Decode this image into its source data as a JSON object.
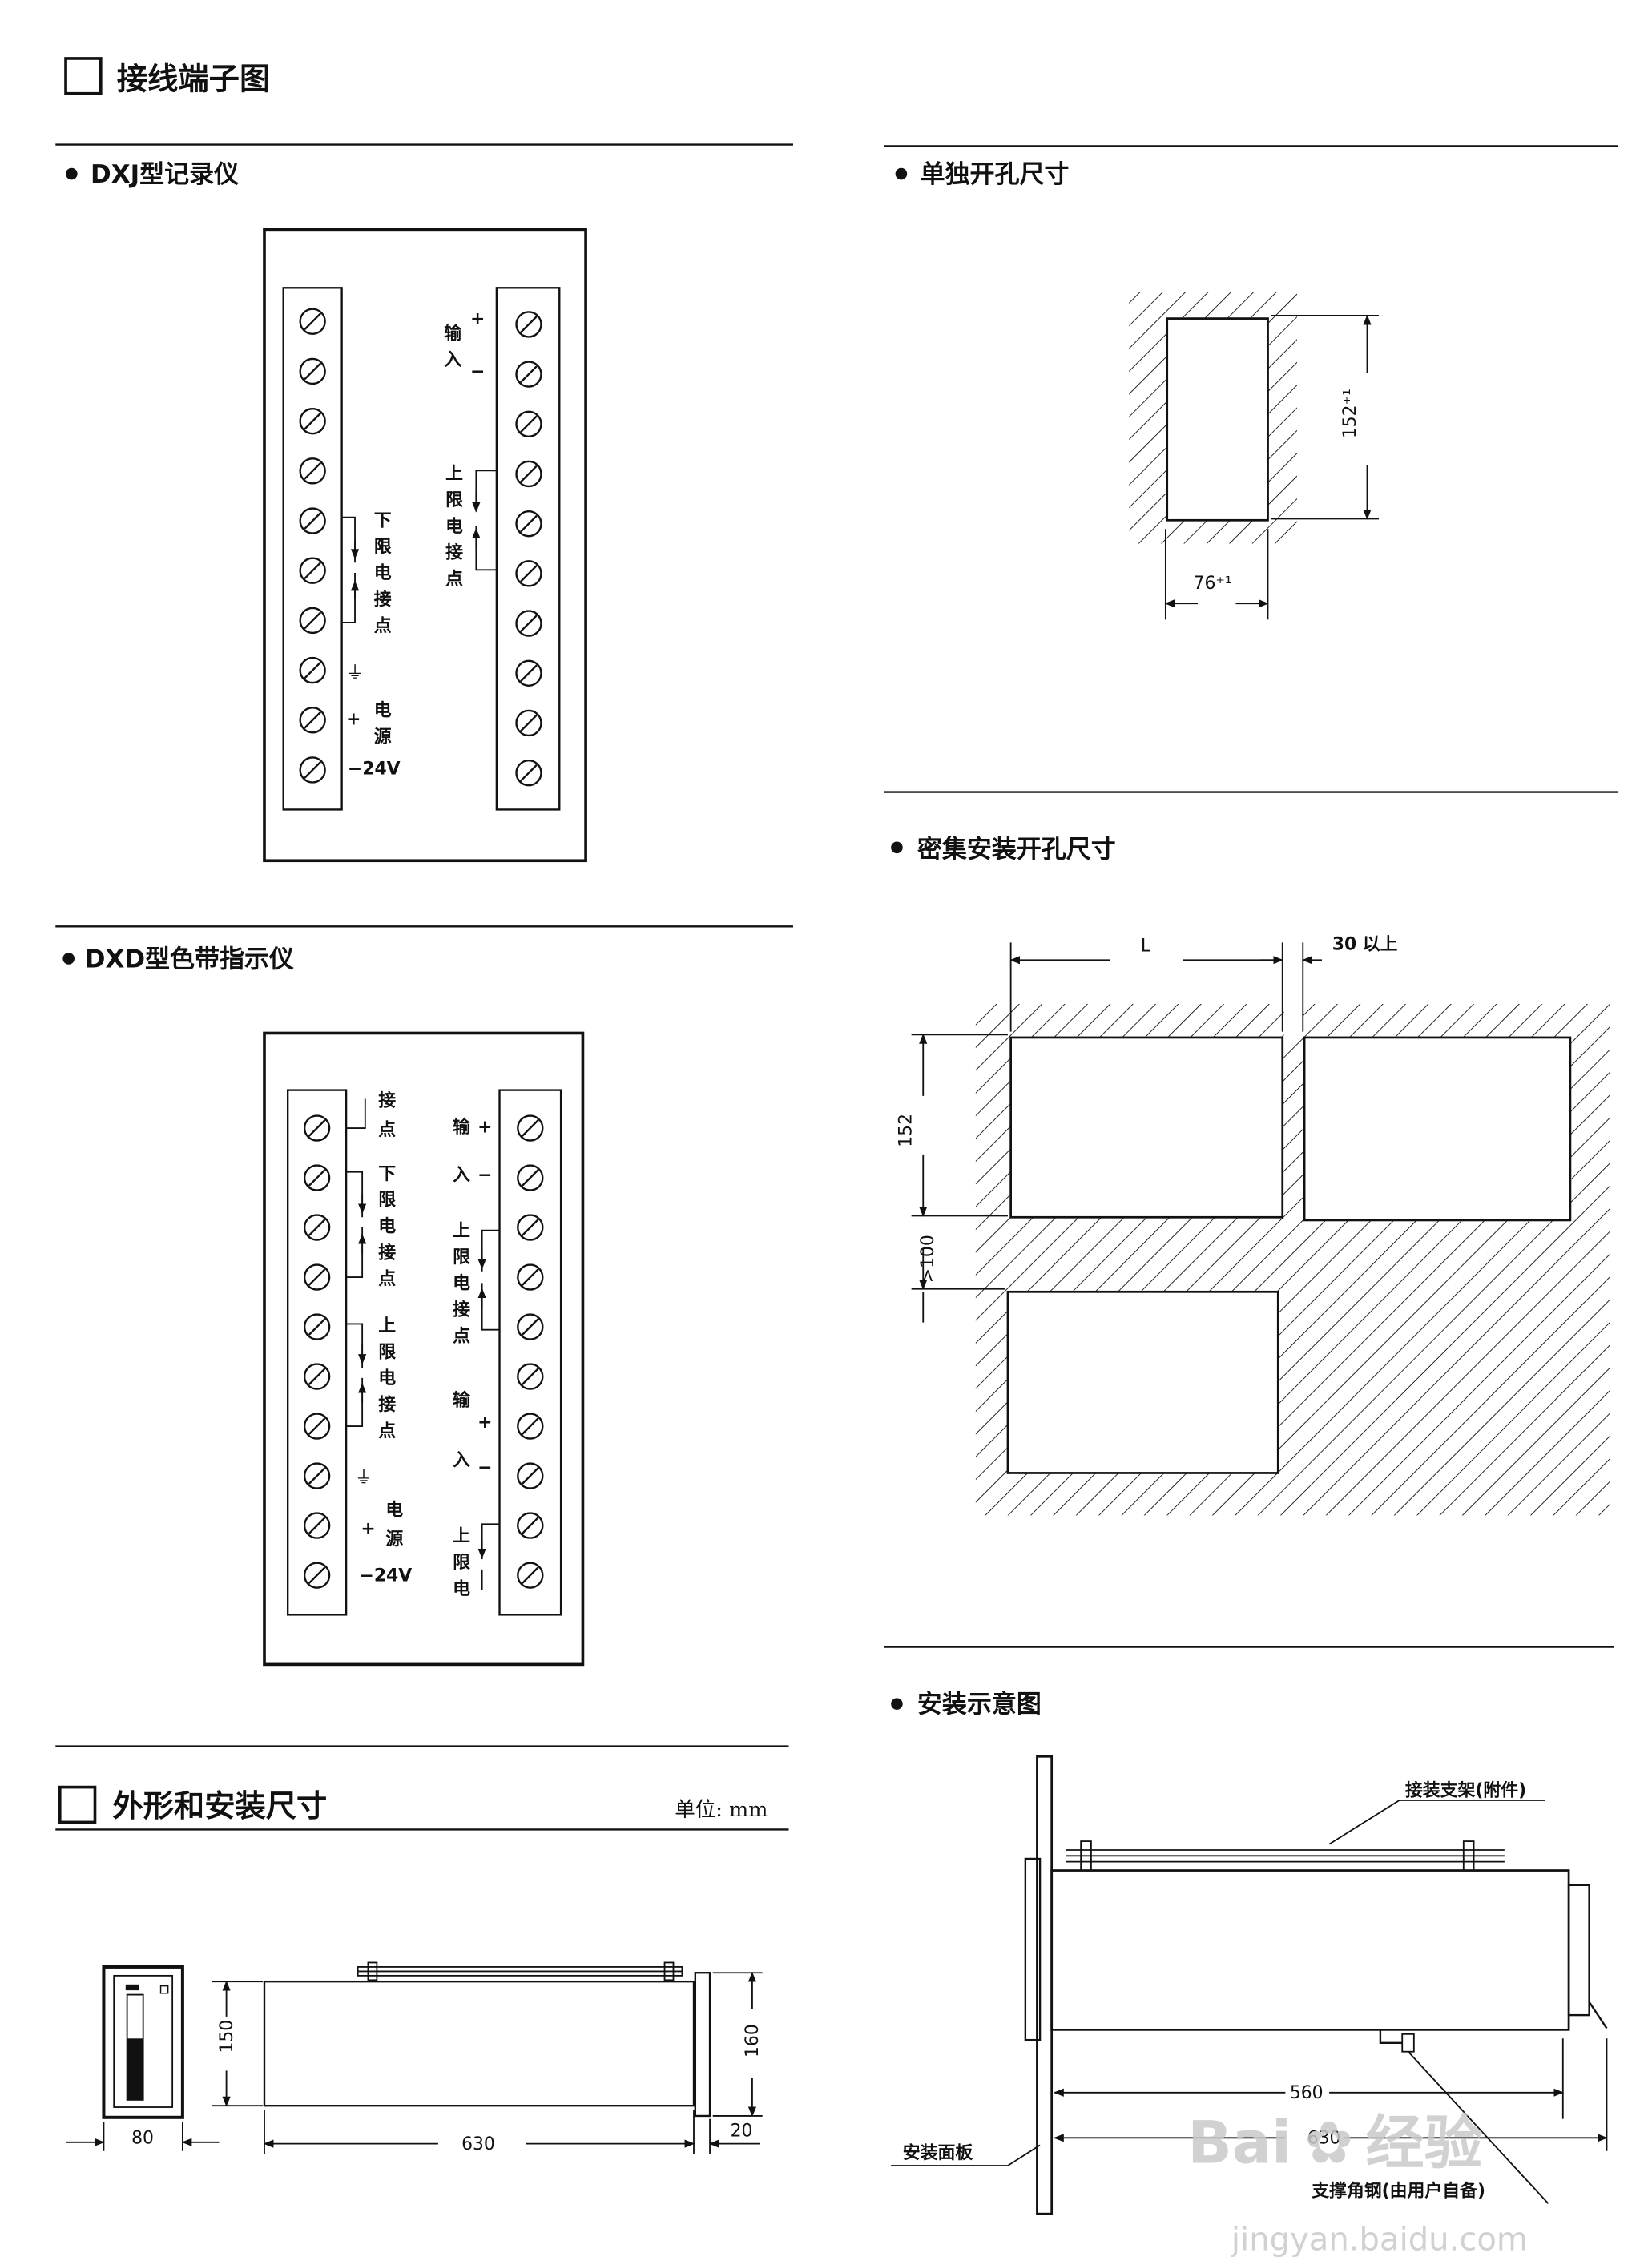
{
  "sections": {
    "wiring_title": "接线端子图",
    "dimensions_title": "外形和安装尺寸",
    "dimensions_unit": "单位: mm"
  },
  "dxj": {
    "title": "DXJ型记录仪",
    "left_labels": {
      "lower_limit": [
        "下",
        "限",
        "电",
        "接",
        "点"
      ],
      "ground": "⏚",
      "plus": "+",
      "power": [
        "电",
        "源"
      ],
      "voltage": "−24V"
    },
    "right_labels": {
      "input": [
        "输",
        "入"
      ],
      "input_plus": "+",
      "input_minus": "−",
      "upper_limit": [
        "上",
        "限",
        "电",
        "接",
        "点"
      ]
    }
  },
  "dxd": {
    "title": "DXD型色带指示仪",
    "left_labels": {
      "contact": [
        "接",
        "点"
      ],
      "lower_limit": [
        "下",
        "限",
        "电",
        "接",
        "点"
      ],
      "upper_limit": [
        "上",
        "限",
        "电",
        "接",
        "点"
      ],
      "ground": "⏚",
      "plus": "+",
      "power": [
        "电",
        "源"
      ],
      "voltage": "−24V"
    },
    "right_labels": {
      "input1": [
        "输",
        "入"
      ],
      "input1_plus": "+",
      "input1_minus": "−",
      "upper_limit1": [
        "上",
        "限",
        "电",
        "接",
        "点"
      ],
      "input2": [
        "输",
        "入"
      ],
      "input2_plus": "+",
      "input2_minus": "−",
      "upper_limit2": [
        "上",
        "限",
        "电"
      ]
    }
  },
  "single_cutout": {
    "title": "单独开孔尺寸",
    "height": "152⁺¹",
    "width": "76⁺¹"
  },
  "dense_cutout": {
    "title": "密集安装开孔尺寸",
    "length": "L",
    "gap": "30 以上",
    "height": "152",
    "spacing": ">100"
  },
  "outline": {
    "front_width": "80",
    "height": "150",
    "length": "630",
    "panel_height": "160",
    "panel_thickness": "20"
  },
  "install": {
    "title": "安装示意图",
    "bracket": "接装支架(附件)",
    "panel": "安装面板",
    "support": "支撑角钢(由用户自备)",
    "dim_560": "560",
    "dim_630": "630"
  },
  "watermark": {
    "brand": "Bai",
    "brand_cn": "经验",
    "url": "jingyan.baidu.com"
  }
}
